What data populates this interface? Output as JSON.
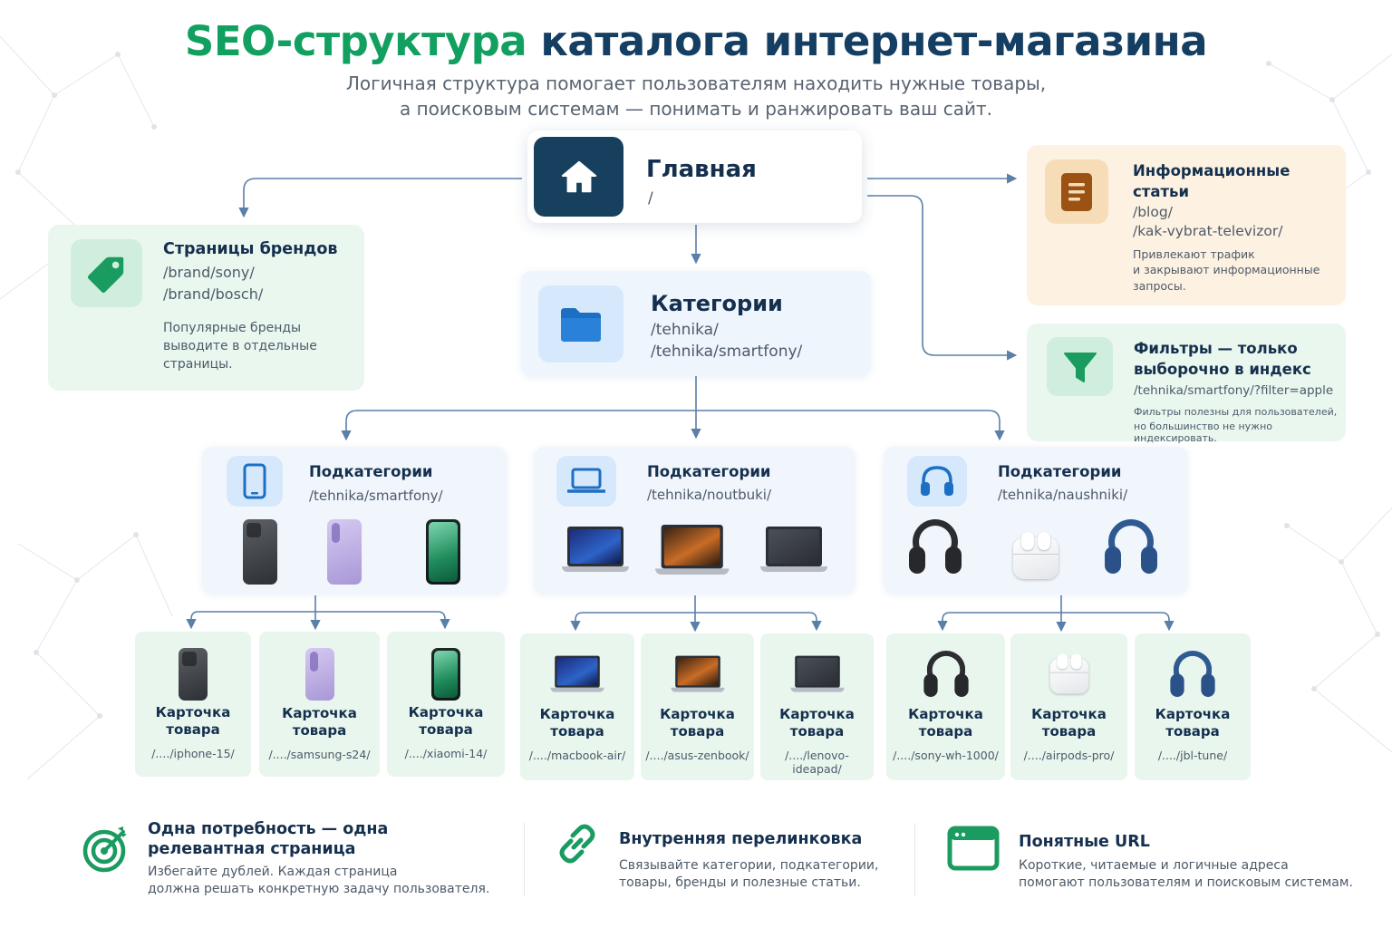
{
  "header": {
    "title_accent": "SEO-структура",
    "title_main": "каталога интернет-магазина",
    "subtitle_line1": "Логичная структура помогает пользователям находить нужные товары,",
    "subtitle_line2": "а поисковым системам — понимать и ранжировать ваш сайт."
  },
  "colors": {
    "accent_green": "#12a060",
    "navy": "#153e63",
    "connector": "#5a7fa8"
  },
  "home": {
    "icon": "home-icon",
    "title": "Главная",
    "url": "/"
  },
  "categories": {
    "icon": "folder-icon",
    "title": "Категории",
    "url1": "/tehnika/",
    "url2": "/tehnika/smartfony/"
  },
  "brands": {
    "icon": "tag-icon",
    "title": "Страницы брендов",
    "url1": "/brand/sony/",
    "url2": "/brand/bosch/",
    "desc1": "Популярные бренды",
    "desc2": "выводите в отдельные",
    "desc3": "страницы."
  },
  "articles": {
    "icon": "document-icon",
    "title1": "Информационные",
    "title2": "статьи",
    "url1": "/blog/",
    "url2": "/kak-vybrat-televizor/",
    "desc1": "Привлекают трафик",
    "desc2": "и закрывают информационные",
    "desc3": "запросы."
  },
  "filters": {
    "icon": "filter-icon",
    "title1": "Фильтры — только",
    "title2": "выборочно в индекс",
    "url": "/tehnika/smartfony/?filter=apple",
    "desc1": "Фильтры полезны для пользователей,",
    "desc2": "но большинство не нужно индексировать."
  },
  "subcategories": [
    {
      "icon": "smartphone-icon",
      "title": "Подкатегории",
      "url": "/tehnika/smartfony/"
    },
    {
      "icon": "laptop-icon",
      "title": "Подкатегории",
      "url": "/tehnika/noutbuki/"
    },
    {
      "icon": "headphones-icon",
      "title": "Подкатегории",
      "url": "/tehnika/naushniki/"
    }
  ],
  "products": [
    {
      "line1": "Карточка",
      "line2": "товара",
      "url": "/..../iphone-15/"
    },
    {
      "line1": "Карточка",
      "line2": "товара",
      "url": "/..../samsung-s24/"
    },
    {
      "line1": "Карточка",
      "line2": "товара",
      "url": "/..../xiaomi-14/"
    },
    {
      "line1": "Карточка",
      "line2": "товара",
      "url": "/..../macbook-air/"
    },
    {
      "line1": "Карточка",
      "line2": "товара",
      "url": "/..../asus-zenbook/"
    },
    {
      "line1": "Карточка",
      "line2": "товара",
      "url": "/..../lenovo-ideapad/"
    },
    {
      "line1": "Карточка",
      "line2": "товара",
      "url": "/..../sony-wh-1000/"
    },
    {
      "line1": "Карточка",
      "line2": "товара",
      "url": "/..../airpods-pro/"
    },
    {
      "line1": "Карточка",
      "line2": "товара",
      "url": "/..../jbl-tune/"
    }
  ],
  "tips": [
    {
      "icon": "target-icon",
      "title1": "Одна потребность — одна",
      "title2": "релевантная страница",
      "desc1": "Избегайте дублей. Каждая страница",
      "desc2": "должна решать конкретную задачу пользователя."
    },
    {
      "icon": "link-icon",
      "title1": "Внутренняя перелинковка",
      "desc1": "Связывайте категории, подкатегории,",
      "desc2": "товары, бренды и полезные статьи."
    },
    {
      "icon": "browser-window-icon",
      "title1": "Понятные URL",
      "desc1": "Короткие, читаемые и логичные адреса",
      "desc2": "помогают пользователям и поисковым системам."
    }
  ]
}
